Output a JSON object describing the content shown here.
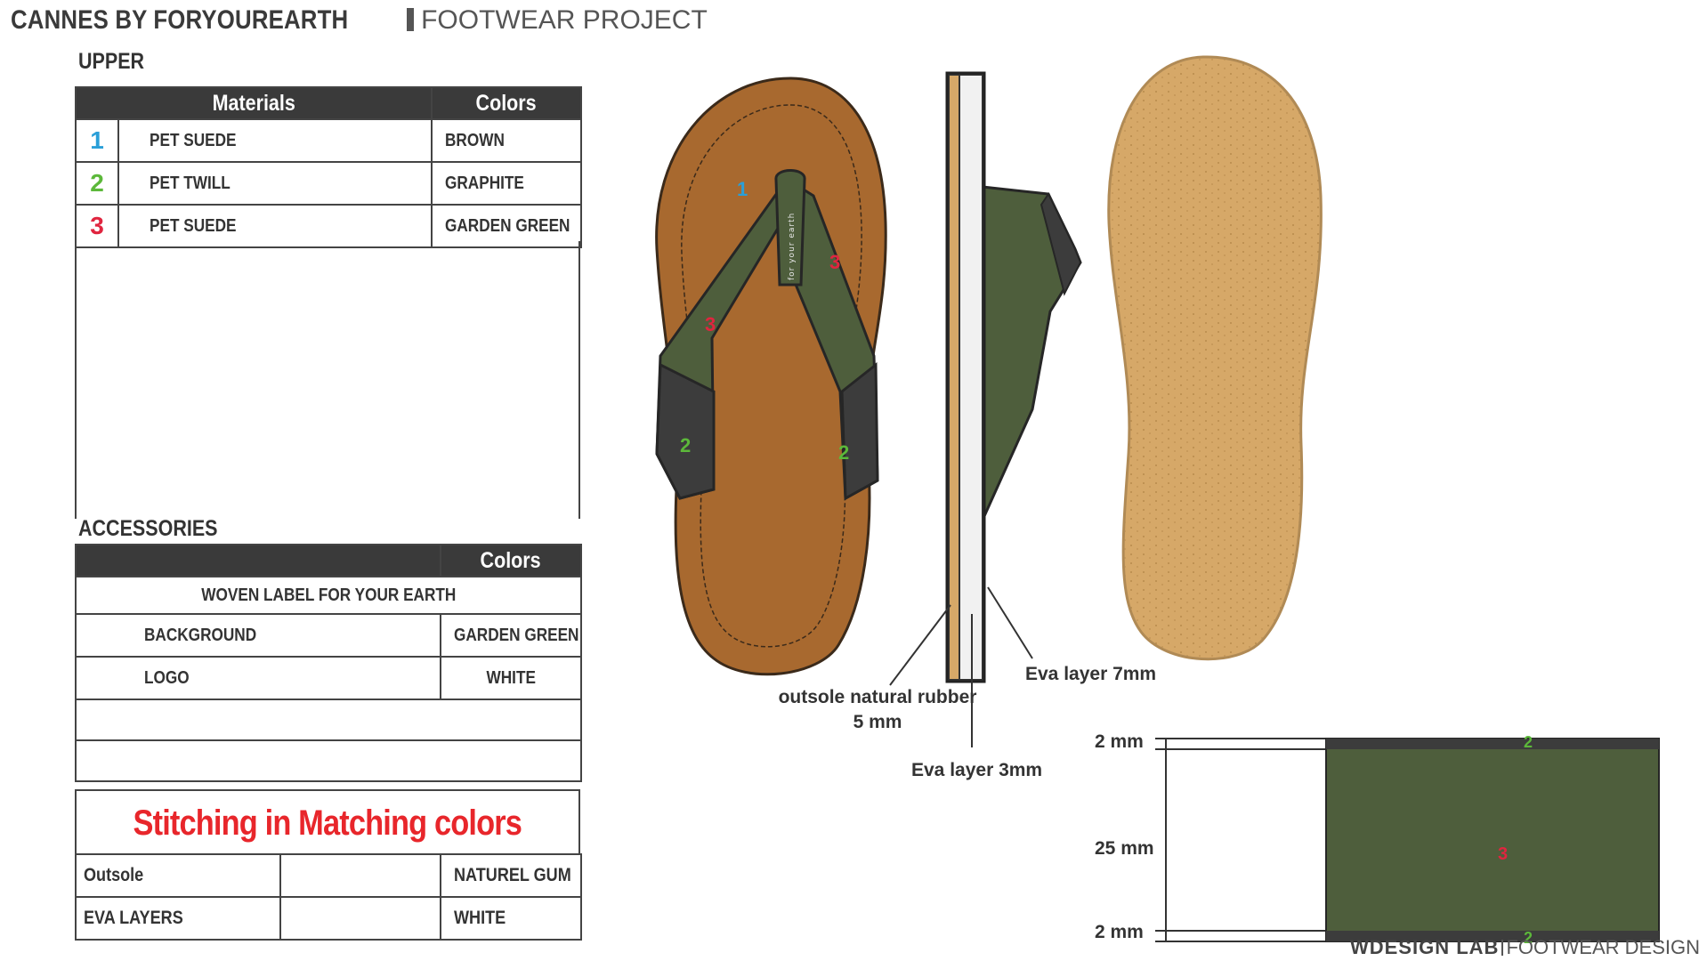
{
  "header": {
    "brand": "CANNES BY FORYOUREARTH",
    "project": "FOOTWEAR PROJECT"
  },
  "upper": {
    "title": "UPPER",
    "headers": {
      "materials": "Materials",
      "colors": "Colors"
    },
    "rows": [
      {
        "num": "1",
        "num_color": "#2a9fd8",
        "material": "PET SUEDE",
        "color": "BROWN"
      },
      {
        "num": "2",
        "num_color": "#5cb83a",
        "material": "PET TWILL",
        "color": "GRAPHITE"
      },
      {
        "num": "3",
        "num_color": "#e0253f",
        "material": "PET SUEDE",
        "color": "GARDEN GREEN"
      }
    ]
  },
  "accessories": {
    "title": "ACCESSORIES",
    "colors_header": "Colors",
    "woven_label": "WOVEN LABEL FOR YOUR EARTH",
    "rows": [
      {
        "item": "BACKGROUND",
        "color": "GARDEN GREEN"
      },
      {
        "item": "LOGO",
        "color": "WHITE"
      }
    ]
  },
  "stitching": "Stitching in  Matching colors",
  "bottom": [
    {
      "item": "Outsole",
      "color": "NATUREL GUM"
    },
    {
      "item": "EVA LAYERS",
      "color": "WHITE"
    }
  ],
  "drawing": {
    "top_view_labels": [
      "1",
      "3",
      "3",
      "2",
      "2"
    ],
    "strap_text": "for your earth",
    "callouts": {
      "outsole": [
        "outsole natural rubber",
        "5 mm"
      ],
      "eva3": "Eva layer 3mm",
      "eva7": "Eva layer 7mm"
    },
    "strap_section": {
      "dims": [
        "2 mm",
        "25 mm",
        "2 mm"
      ],
      "labels": [
        "2",
        "3",
        "2"
      ]
    }
  },
  "colors": {
    "brown": "#a8692f",
    "green": "#4e5e3c",
    "graphite": "#3c3c3c",
    "gum": "#d6a868",
    "red": "#e8262b"
  },
  "footer": {
    "lab": "WDESIGN LAB",
    "design": "FOOTWEAR DESIGN"
  }
}
